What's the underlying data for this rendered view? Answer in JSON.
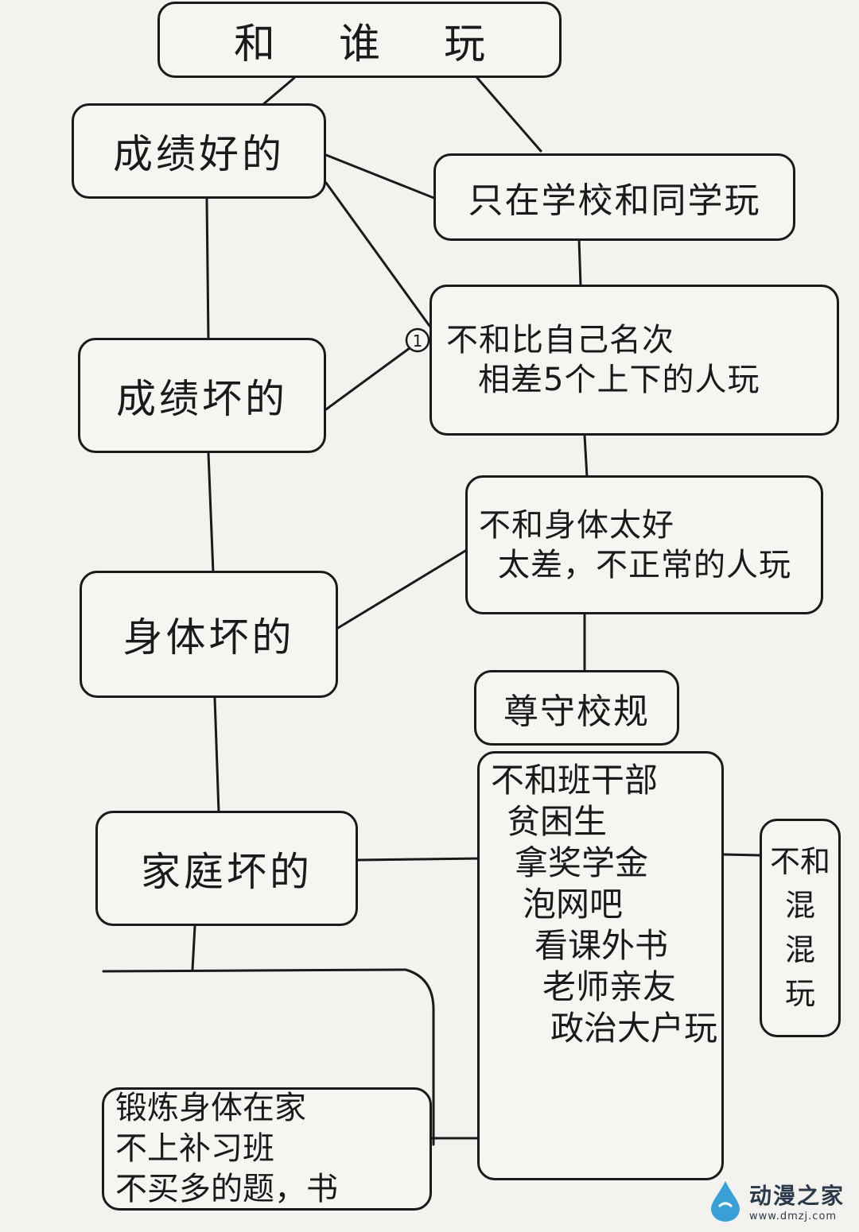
{
  "nodes": {
    "title": "和谁玩",
    "good_grades": "成绩好的",
    "school_only": "只在学校和同学玩",
    "rank_rule": [
      "不和比自己名次",
      "相差5个上下的人玩"
    ],
    "bad_grades": "成绩坏的",
    "health_rule": [
      "不和身体太好",
      "太差，不正常的人玩"
    ],
    "bad_body": "身体坏的",
    "school_rules": "尊守校规",
    "bad_family": "家庭坏的",
    "no_hanging": [
      "不和",
      "混",
      "混",
      "玩"
    ],
    "list_items": [
      "不和班干部",
      "贫困生",
      "拿奖学金",
      "泡网吧",
      "看课外书",
      "老师亲友",
      "政治大户玩"
    ],
    "exercise": [
      "锻炼身体在家",
      "不上补习班",
      "不买多的题，书"
    ]
  },
  "marker": "1",
  "watermark": {
    "name": "动漫之家",
    "url": "www.dmzj.com"
  },
  "colors": {
    "ink": "#1a1a1a",
    "paper": "#f4f2ee",
    "watermark": "#2b3a4a",
    "watermark_drop": "#3aa0d8"
  }
}
